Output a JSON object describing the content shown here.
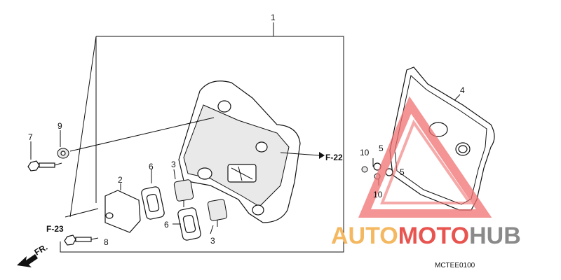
{
  "callouts": {
    "p1": "1",
    "p2": "2",
    "p3a": "3",
    "p3b": "3",
    "p4": "4",
    "p5a": "5",
    "p5b": "5",
    "p6a": "6",
    "p6b": "6",
    "p7": "7",
    "p8": "8",
    "p9": "9",
    "p10a": "10",
    "p10b": "10"
  },
  "references": {
    "f22": "F-22",
    "f23": "F-23",
    "front": "FR."
  },
  "diagram_code": "MCTEE0100",
  "watermark": {
    "part1": "AUTO",
    "part2": "MOTO",
    "part3": "HUB",
    "colors": {
      "orange": "#f4b860",
      "red": "#e8544f",
      "gray": "#8a8a8a",
      "triangle": "#f07070"
    }
  }
}
